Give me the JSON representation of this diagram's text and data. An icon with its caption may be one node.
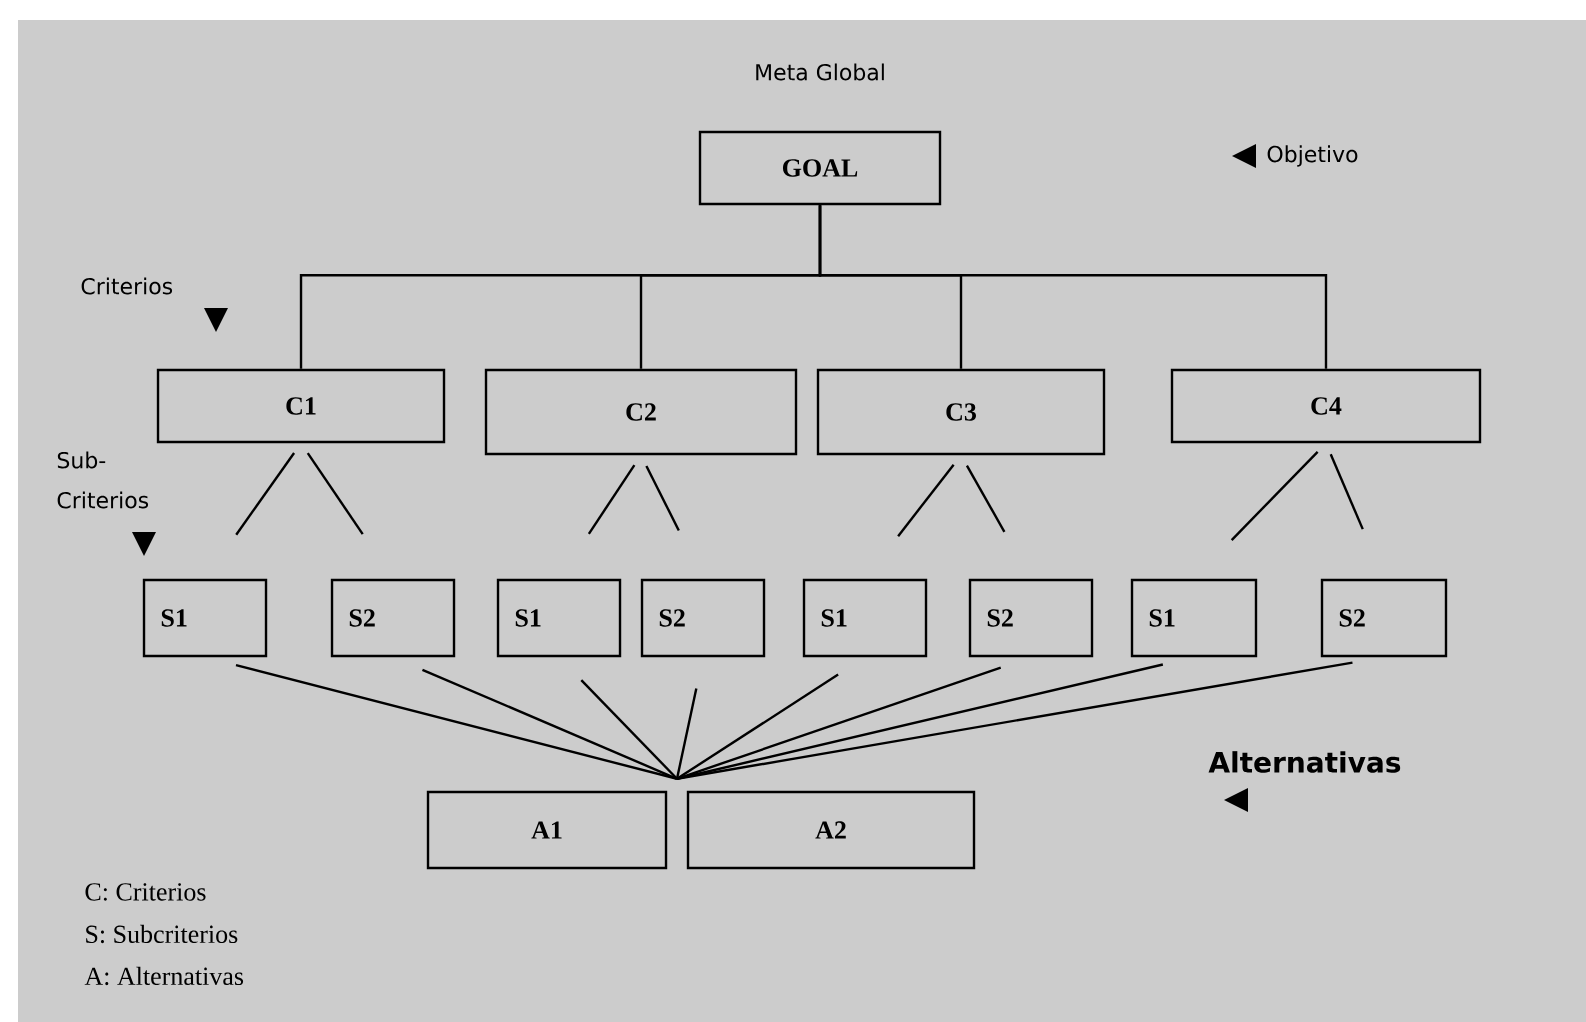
{
  "diagram": {
    "nodes": [
      {
        "text": [
          "GOAL"
        ]
      },
      {
        "text": [
          "C1"
        ]
      },
      {
        "text": [
          "C2"
        ]
      },
      {
        "text": [
          "C3"
        ]
      },
      {
        "text": [
          "C4"
        ]
      },
      {
        "text": [
          "S1"
        ]
      },
      {
        "text": [
          "S2"
        ]
      },
      {
        "text": [
          "S1"
        ]
      },
      {
        "text": [
          "S2"
        ]
      },
      {
        "text": [
          "S1"
        ]
      },
      {
        "text": [
          "S2"
        ]
      },
      {
        "text": [
          "S1"
        ]
      },
      {
        "text": [
          "S2"
        ]
      },
      {
        "text": [
          "A1"
        ]
      },
      {
        "text": [
          "A2"
        ]
      }
    ],
    "edges": [
      {
        "from": 0,
        "to": 1,
        "arrow": "none"
      },
      {
        "from": 0,
        "to": 2,
        "arrow": "none"
      },
      {
        "from": 0,
        "to": 3,
        "arrow": "none"
      },
      {
        "from": 0,
        "to": 4,
        "arrow": "none"
      },
      {
        "from": 1,
        "to": 5,
        "arrow": "none"
      },
      {
        "from": 1,
        "to": 6,
        "arrow": "none"
      },
      {
        "from": 2,
        "to": 7,
        "arrow": "none"
      },
      {
        "from": 2,
        "to": 8,
        "arrow": "none"
      },
      {
        "from": 3,
        "to": 9,
        "arrow": "none"
      },
      {
        "from": 3,
        "to": 10,
        "arrow": "none"
      },
      {
        "from": 4,
        "to": 11,
        "arrow": "none"
      },
      {
        "from": 4,
        "to": 12,
        "arrow": "none"
      },
      {
        "from": 5,
        "to": 13,
        "arrow": "none"
      },
      {
        "from": 5,
        "to": 14,
        "arrow": "none"
      },
      {
        "from": 6,
        "to": 13,
        "arrow": "none"
      },
      {
        "from": 6,
        "to": 14,
        "arrow": "none"
      },
      {
        "from": 7,
        "to": 13,
        "arrow": "none"
      },
      {
        "from": 7,
        "to": 14,
        "arrow": "none"
      },
      {
        "from": 8,
        "to": 13,
        "arrow": "none"
      },
      {
        "from": 8,
        "to": 14,
        "arrow": "none"
      },
      {
        "from": 9,
        "to": 13,
        "arrow": "none"
      },
      {
        "from": 9,
        "to": 14,
        "arrow": "none"
      },
      {
        "from": 10,
        "to": 13,
        "arrow": "none"
      },
      {
        "from": 10,
        "to": 14,
        "arrow": "none"
      },
      {
        "from": 11,
        "to": 13,
        "arrow": "none"
      },
      {
        "from": 11,
        "to": 14,
        "arrow": "none"
      },
      {
        "from": 12,
        "to": 13,
        "arrow": "none"
      },
      {
        "from": 12,
        "to": 14,
        "arrow": "none"
      }
    ],
    "labels": [
      "Meta Global",
      "Objetivo",
      "Criterios",
      "Sub-Criterios",
      "Alternativas",
      "C: Criterios",
      "S: Subcriterios",
      "A: Alternativas"
    ]
  }
}
